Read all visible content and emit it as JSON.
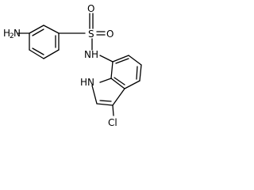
{
  "structure": {
    "atoms": {
      "amine_n": "H",
      "amine_n_count": "2",
      "amine_n_element": "N",
      "sulfur": "S",
      "oxygen_top": "O",
      "oxygen_right": "O",
      "nh_linker": "NH",
      "indole_nh": "HN",
      "chlorine": "Cl"
    }
  }
}
